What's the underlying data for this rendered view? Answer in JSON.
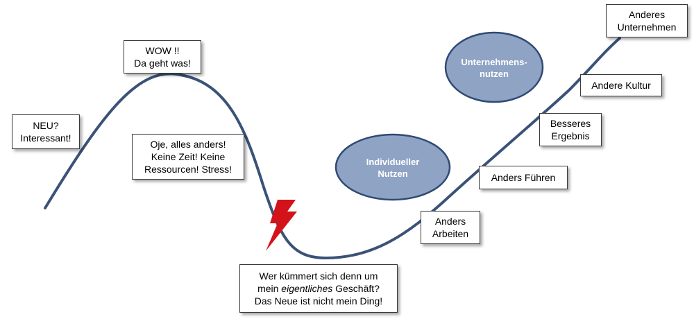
{
  "colors": {
    "curve": "#3b5278",
    "oval_fill": "#8fa3c4",
    "oval_stroke": "#2f4a74",
    "lightning": "#d3121a",
    "box_border": "#3a3a3a"
  },
  "curve_labels": {
    "neu": [
      "NEU?",
      "Interessant!"
    ],
    "wow": [
      "WOW !!",
      "Da geht was!"
    ],
    "oje": [
      "Oje, alles anders!",
      "Keine Zeit! Keine",
      "Ressourcen! Stress!"
    ],
    "bottom": {
      "line1": "Wer kümmert  sich denn um",
      "line2_prefix": "mein ",
      "line2_italic": "eigentliches",
      "line2_suffix": " Geschäft?",
      "line3": "Das Neue ist nicht mein Ding!"
    },
    "anders_arbeiten": [
      "Anders",
      "Arbeiten"
    ],
    "anders_fuehren": [
      "Anders Führen"
    ],
    "besseres_ergebnis": [
      "Besseres",
      "Ergebnis"
    ],
    "andere_kultur": [
      "Andere Kultur"
    ],
    "anderes_unternehmen": [
      "Anderes",
      "Unternehmen"
    ]
  },
  "ovals": {
    "individuell": [
      "Individueller",
      "Nutzen"
    ],
    "unternehmen": [
      "Unternehmens-",
      "nutzen"
    ]
  },
  "icons": {
    "lightning": "lightning-bolt-icon"
  }
}
